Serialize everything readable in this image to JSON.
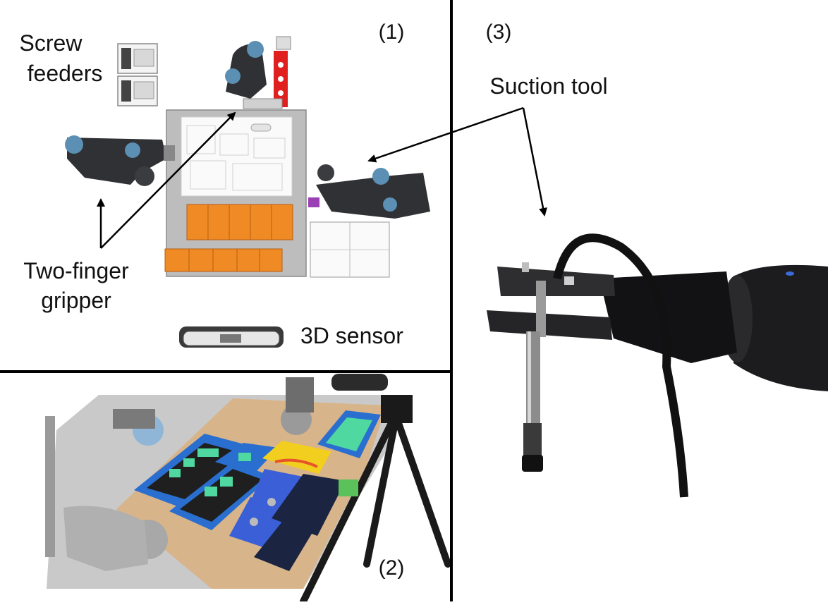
{
  "panels": {
    "layout": {
      "tag": "(1)"
    },
    "photo": {
      "tag": "(2)"
    },
    "tool": {
      "tag": "(3)"
    }
  },
  "labels": {
    "screw_feeders_line1": "Screw",
    "screw_feeders_line2": "feeders",
    "two_finger_line1": "Two-finger",
    "two_finger_line2": "gripper",
    "sensor": "3D sensor",
    "suction": "Suction tool"
  },
  "colors": {
    "robot_dark": "#2f3134",
    "robot_blue": "#5b8fb3",
    "bin_orange": "#f08a24",
    "feeder_red": "#e0201e",
    "tray_blue": "#2a6fcf",
    "tray_green": "#4fd9a0",
    "tray_yellow": "#f2cf1f",
    "panel_line": "#000000"
  }
}
